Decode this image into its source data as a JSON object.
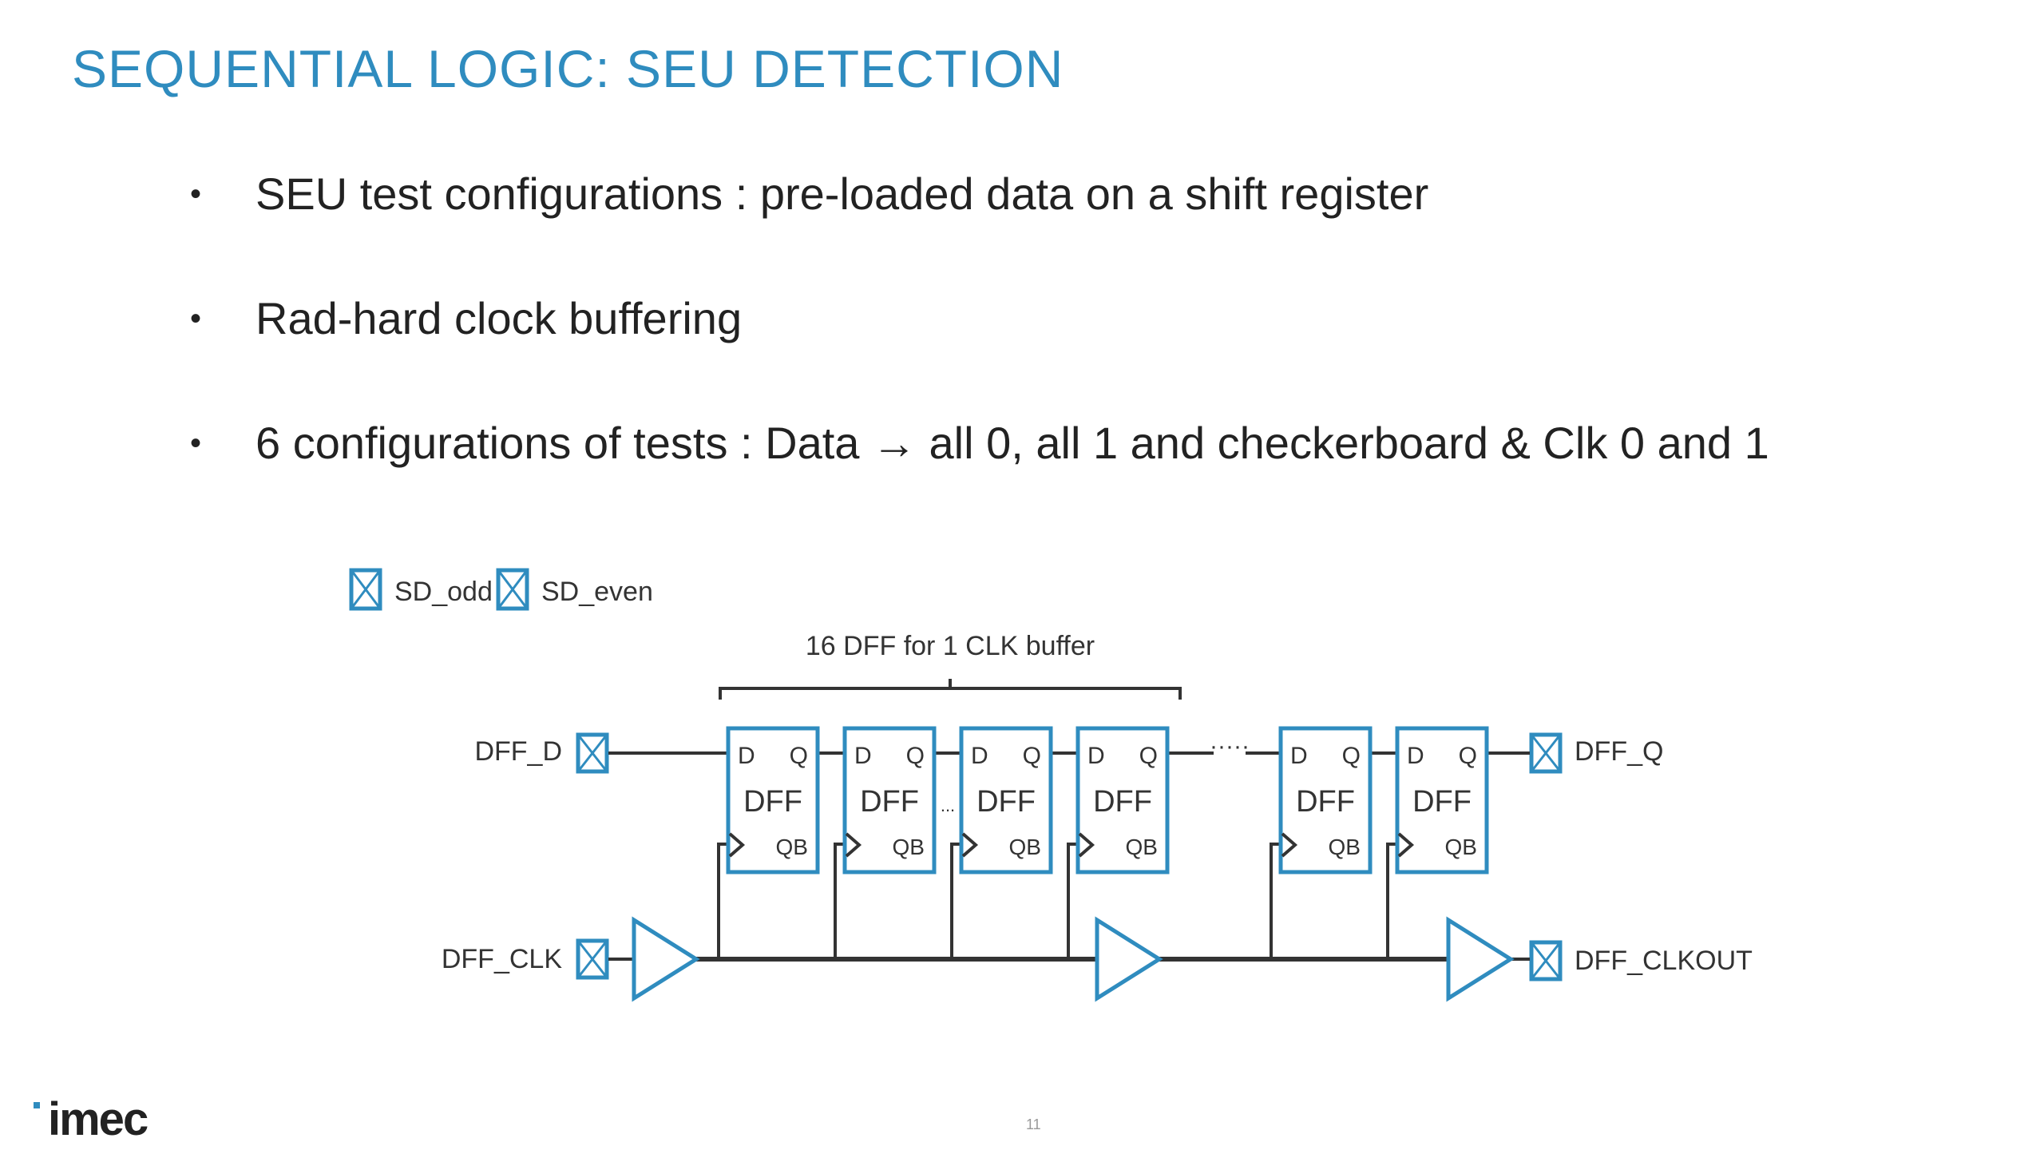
{
  "slide": {
    "title": "SEQUENTIAL LOGIC: SEU DETECTION",
    "bullets": [
      "SEU test configurations : pre-loaded data on a shift register",
      "Rad-hard clock buffering",
      "6 configurations of tests : Data → all 0, all 1 and checkerboard & Clk 0 and 1"
    ],
    "page_number": "11",
    "logo": "imec"
  },
  "diagram": {
    "legend": [
      "SD_odd",
      "SD_even"
    ],
    "brace_label": "16 DFF for 1 CLK buffer",
    "inputs": {
      "data": "DFF_D",
      "clock": "DFF_CLK"
    },
    "outputs": {
      "data": "DFF_Q",
      "clock": "DFF_CLKOUT"
    },
    "dff": {
      "name": "DFF",
      "d_pin": "D",
      "q_pin": "Q",
      "qb_pin": "QB"
    },
    "ellipsis_small": "...",
    "ellipsis_chain": "·····",
    "colors": {
      "accent": "#2f8cbf",
      "wire": "#333333"
    }
  }
}
